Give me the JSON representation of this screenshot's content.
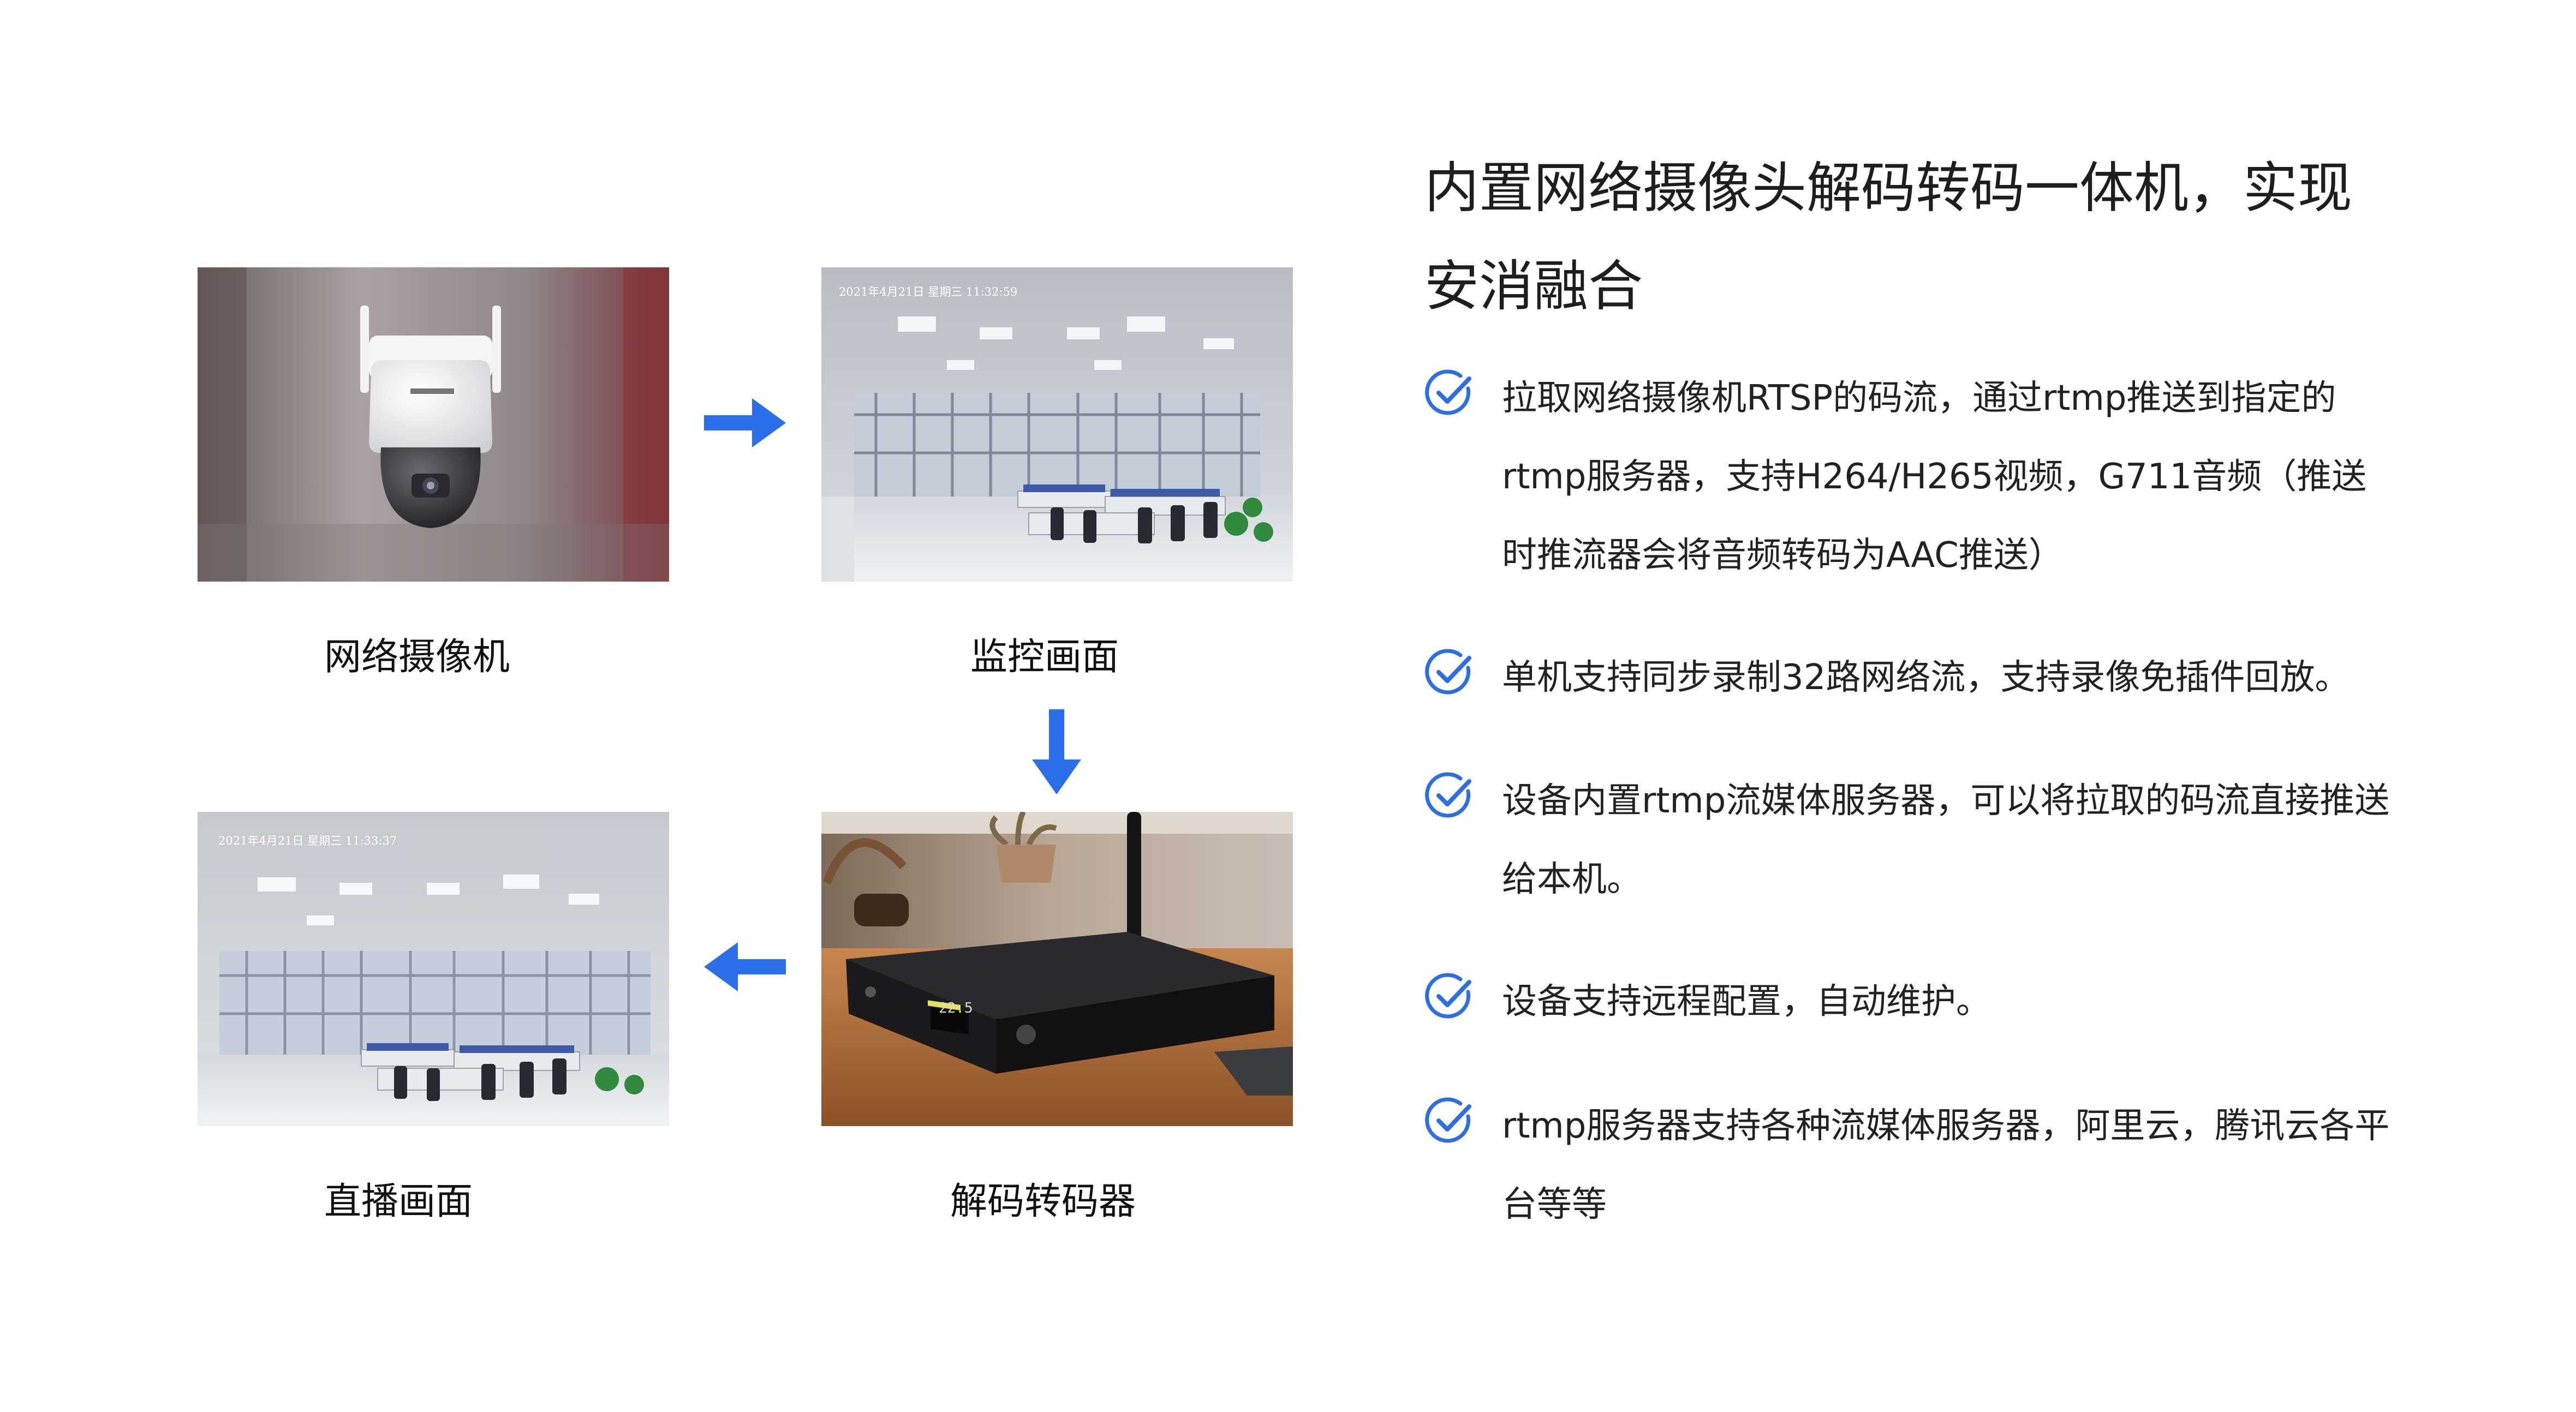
{
  "flow": {
    "camera": {
      "caption": "网络摄像机"
    },
    "monitor": {
      "caption": "监控画面",
      "timestamp": "2021年4月21日  星期三  11:32:59"
    },
    "decoder": {
      "caption": "解码转码器"
    },
    "live": {
      "caption": "直播画面",
      "timestamp": "2021年4月21日  星期三  11:33:37"
    }
  },
  "title": {
    "line1": "内置网络摄像头解码转码一体机，实现",
    "line2": "安消融合"
  },
  "features": [
    {
      "icon": "check-circle-icon",
      "text": "拉取网络摄像机RTSP的码流，通过rtmp推送到指定的rtmp服务器，支持H264/H265视频，G711音频（推送时推流器会将音频转码为AAC推送）"
    },
    {
      "icon": "check-circle-icon",
      "text": "单机支持同步录制32路网络流，支持录像免插件回放。"
    },
    {
      "icon": "check-circle-icon",
      "text": "设备内置rtmp流媒体服务器，可以将拉取的码流直接推送给本机。"
    },
    {
      "icon": "check-circle-icon",
      "text": "设备支持远程配置，自动维护。"
    },
    {
      "icon": "check-circle-icon",
      "text": "rtmp服务器支持各种流媒体服务器，阿里云，腾讯云各平台等等"
    }
  ],
  "colors": {
    "accent": "#2b6ee9",
    "text": "#1e1e1e"
  }
}
